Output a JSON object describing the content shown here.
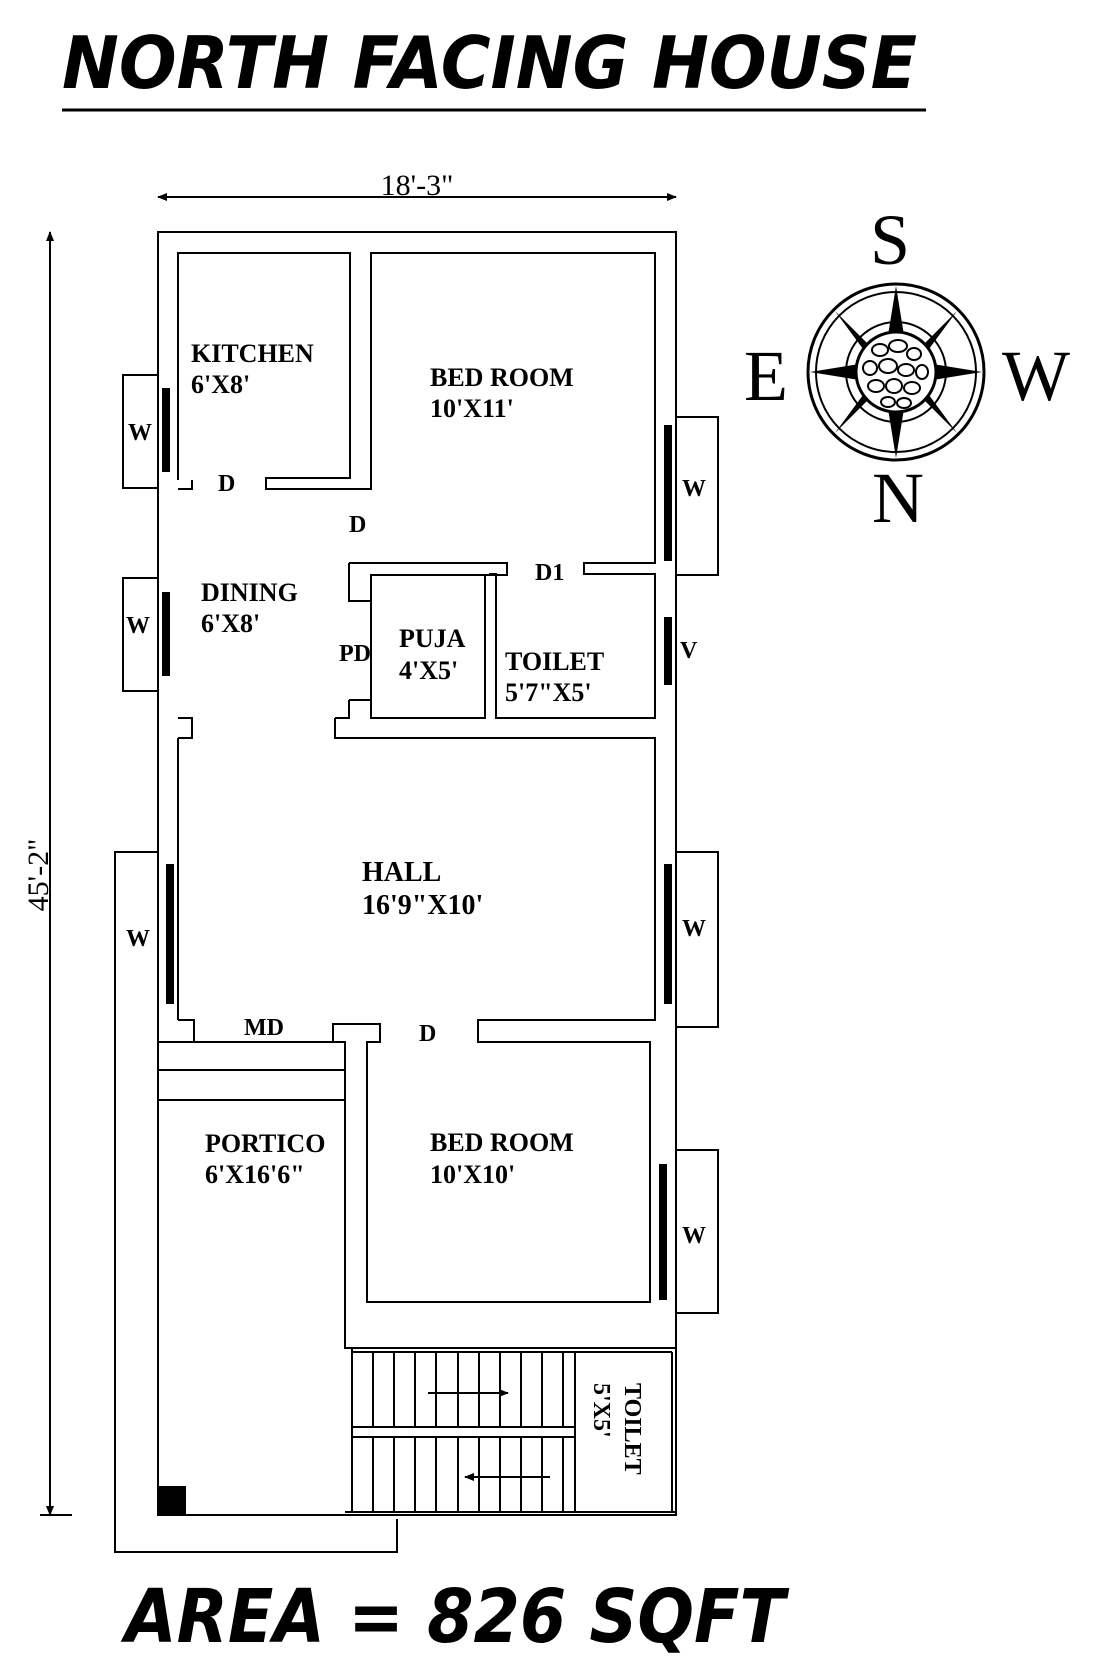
{
  "title": "NORTH FACING HOUSE",
  "area_text": "AREA = 826 SQFT",
  "dimensions": {
    "width": "18'-3\"",
    "depth": "45'-2\""
  },
  "compass": {
    "top": "S",
    "left": "E",
    "right": "W",
    "bottom": "N"
  },
  "rooms": {
    "kitchen": {
      "name": "KITCHEN",
      "size": "6'X8'"
    },
    "bedroom1": {
      "name": "BED ROOM",
      "size": "10'X11'"
    },
    "dining": {
      "name": "DINING",
      "size": "6'X8'"
    },
    "puja": {
      "name": "PUJA",
      "size": "4'X5'"
    },
    "toilet1": {
      "name": "TOILET",
      "size": "5'7\"X5'"
    },
    "hall": {
      "name": "HALL",
      "size": "16'9\"X10'"
    },
    "portico": {
      "name": "PORTICO",
      "size": "6'X16'6\""
    },
    "bedroom2": {
      "name": "BED ROOM",
      "size": "10'X10'"
    },
    "toilet2": {
      "name": "TOILET",
      "size": "5'X5'"
    }
  },
  "labels": {
    "door": "D",
    "door1": "D1",
    "puja_door": "PD",
    "main_door": "MD",
    "window": "W",
    "ventilator": "V"
  },
  "colors": {
    "ink": "#000000",
    "paper": "#ffffff"
  }
}
